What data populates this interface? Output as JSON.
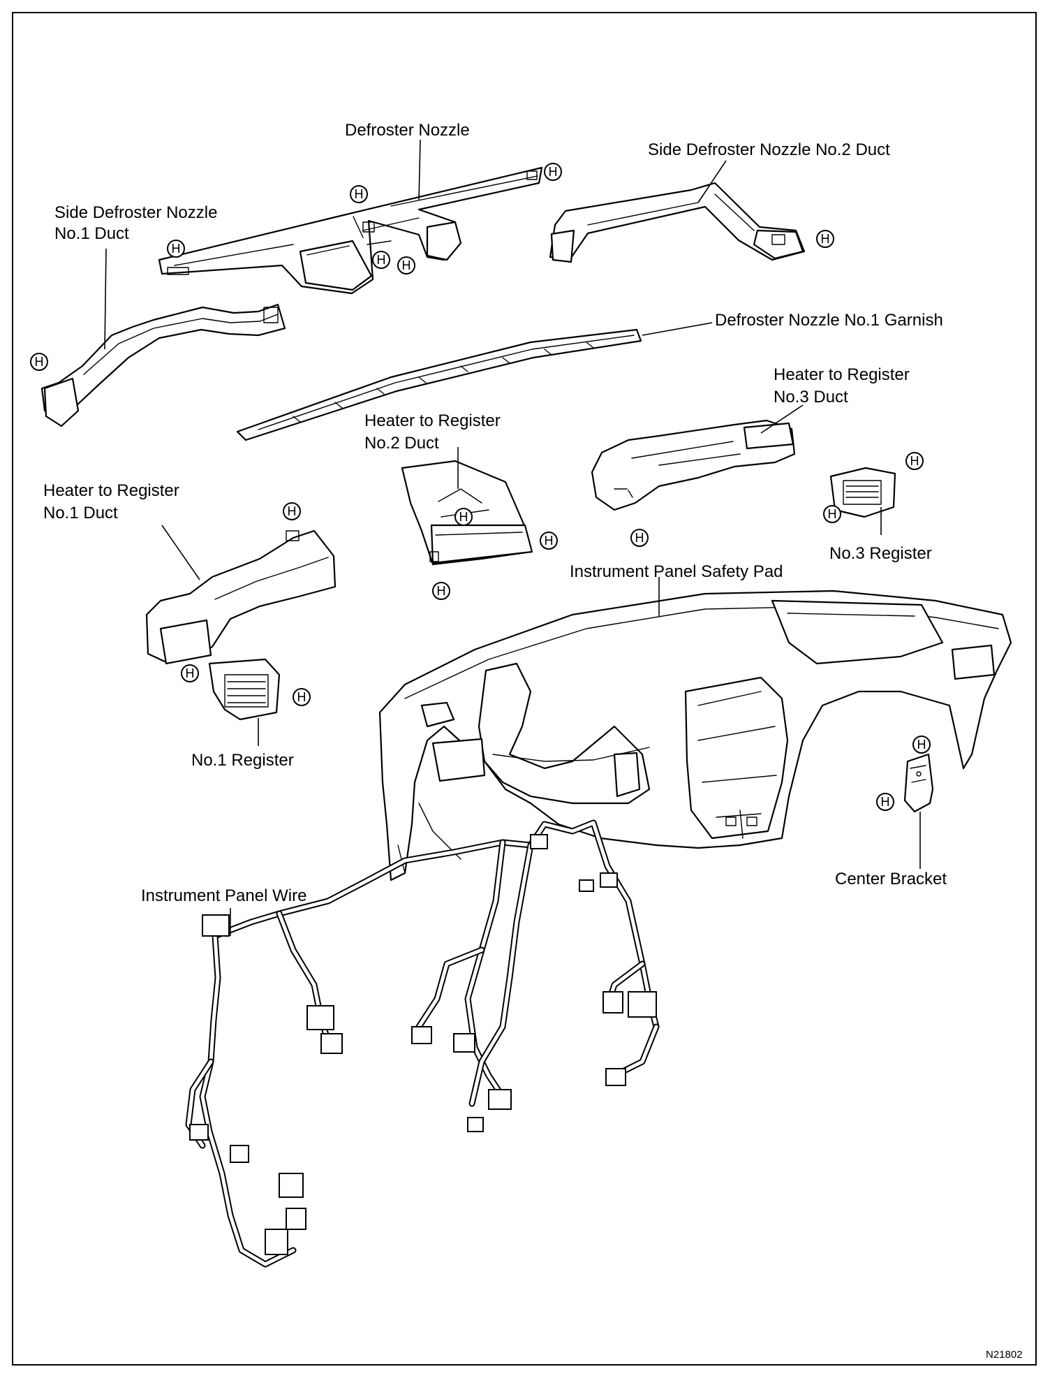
{
  "labels": {
    "defroster_nozzle": "Defroster Nozzle",
    "side_defroster_no2_duct": "Side Defroster Nozzle No.2 Duct",
    "side_defroster_no1_duct_line1": "Side Defroster Nozzle",
    "side_defroster_no1_duct_line2": "No.1 Duct",
    "defroster_no1_garnish": "Defroster Nozzle No.1 Garnish",
    "heater_reg_no3_line1": "Heater to Register",
    "heater_reg_no3_line2": "No.3 Duct",
    "heater_reg_no2_line1": "Heater to Register",
    "heater_reg_no2_line2": "No.2 Duct",
    "heater_reg_no1_line1": "Heater to Register",
    "heater_reg_no1_line2": "No.1 Duct",
    "no3_register": "No.3 Register",
    "instrument_panel_safety_pad": "Instrument Panel Safety Pad",
    "no1_register": "No.1 Register",
    "center_bracket": "Center Bracket",
    "instrument_panel_wire": "Instrument Panel Wire"
  },
  "clip_marker": "H",
  "figure_code": "N21802"
}
